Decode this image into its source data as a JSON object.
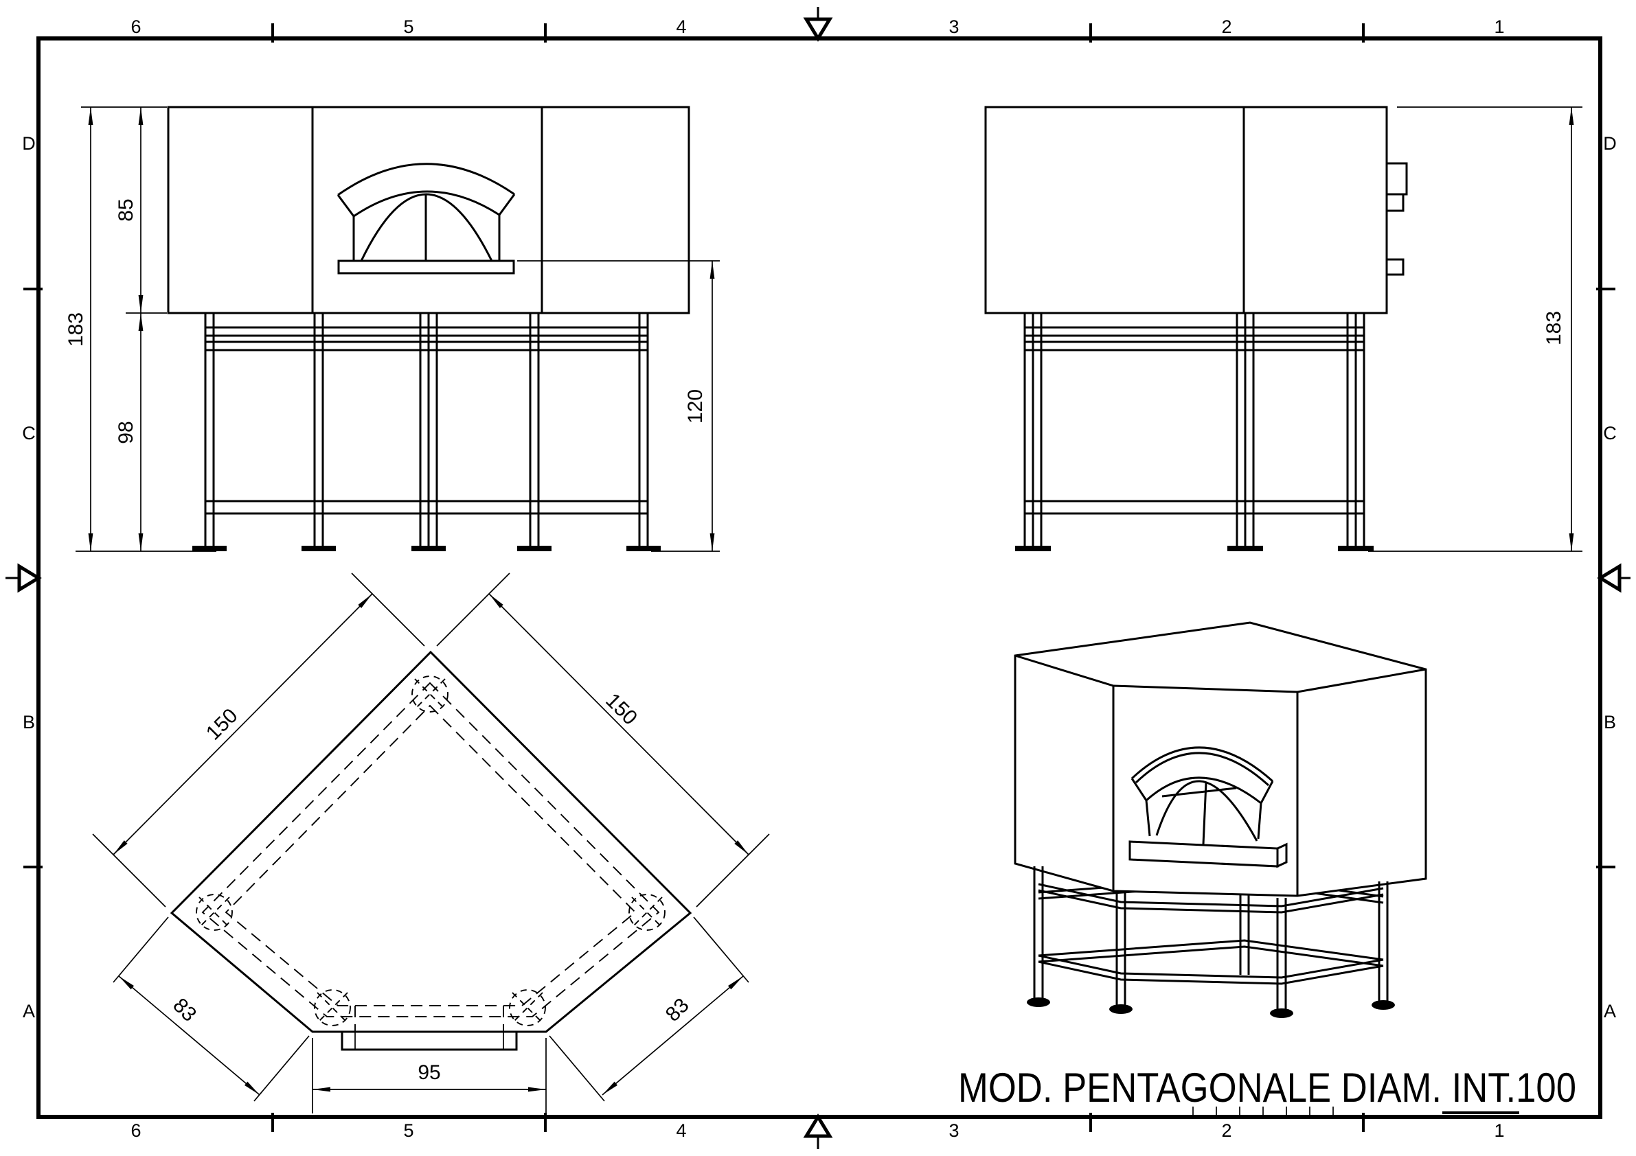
{
  "sheet": {
    "title": "MOD. PENTAGONALE DIAM. INT.100",
    "border": {
      "columns": [
        "6",
        "5",
        "4",
        "3",
        "2",
        "1"
      ],
      "rows": [
        "D",
        "C",
        "B",
        "A"
      ]
    }
  },
  "views": {
    "front": {
      "dim_overall_height": "183",
      "dim_body_height": "85",
      "dim_stand_height": "98",
      "dim_mouth_height": "120"
    },
    "side": {
      "dim_overall_height": "183"
    },
    "plan": {
      "dim_edge_upper_left": "150",
      "dim_edge_upper_right": "150",
      "dim_edge_lower_left": "83",
      "dim_edge_lower_right": "83",
      "dim_mouth_width": "95"
    }
  }
}
